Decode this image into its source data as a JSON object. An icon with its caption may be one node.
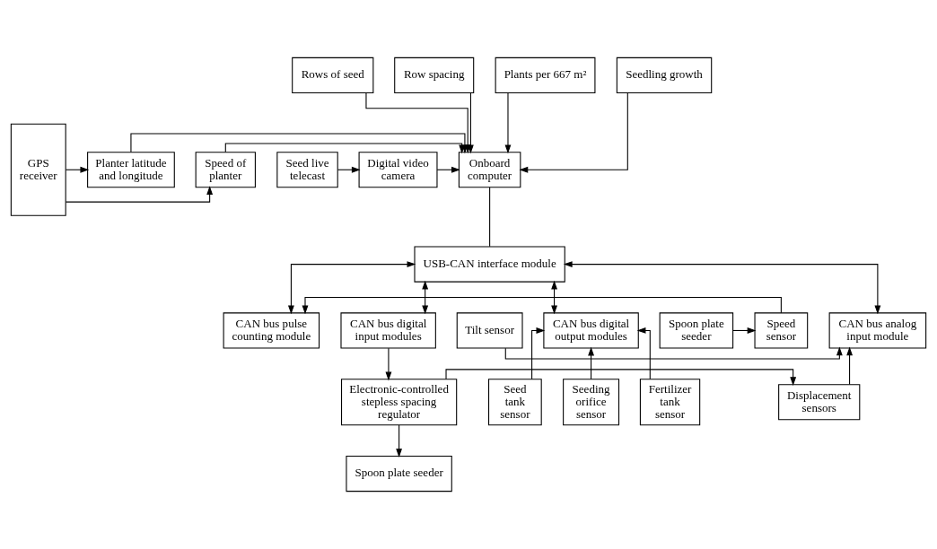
{
  "diagram": {
    "nodes": [
      {
        "text": [
          "Rows of seed"
        ]
      },
      {
        "text": [
          "Row spacing"
        ]
      },
      {
        "text": [
          "Plants per 667 m²"
        ]
      },
      {
        "text": [
          "Seedling growth"
        ]
      },
      {
        "text": [
          "GPS receiver"
        ]
      },
      {
        "text": [
          "Speed of planter"
        ]
      },
      {
        "text": [
          "Planter latitude and longitude"
        ]
      },
      {
        "text": [
          "Onboard computer"
        ]
      },
      {
        "text": [
          "Digital video camera"
        ]
      },
      {
        "text": [
          "Seed live telecast"
        ]
      },
      {
        "text": [
          "USB-CAN interface module"
        ]
      },
      {
        "text": [
          "Tilt sensor"
        ]
      },
      {
        "text": [
          "CAN bus analog input module"
        ]
      },
      {
        "text": [
          "CAN bus digital input modules"
        ]
      },
      {
        "text": [
          "CAN bus digital output modules"
        ]
      },
      {
        "text": [
          "CAN bus pulse counting module"
        ]
      },
      {
        "text": [
          "Speed sensor"
        ]
      },
      {
        "text": [
          "Spoon plate seeder"
        ]
      },
      {
        "text": [
          "Displacement sensors"
        ]
      },
      {
        "text": [
          "Electronic-controlled stepless spacing regulator"
        ]
      },
      {
        "text": [
          "Spoon plate seeder"
        ]
      },
      {
        "text": [
          "Fertilizer tank sensor"
        ]
      },
      {
        "text": [
          "Seed tank sensor"
        ]
      },
      {
        "text": [
          "Seeding orifice sensor"
        ]
      }
    ],
    "edges": [
      {
        "from": 0,
        "to": 7,
        "arrow": "to"
      },
      {
        "from": 1,
        "to": 7,
        "arrow": "to"
      },
      {
        "from": 2,
        "to": 7,
        "arrow": "to"
      },
      {
        "from": 3,
        "to": 7,
        "arrow": "to"
      },
      {
        "from": 4,
        "to": 5,
        "arrow": "to"
      },
      {
        "from": 4,
        "to": 6,
        "arrow": "to"
      },
      {
        "from": 5,
        "to": 7,
        "arrow": "to"
      },
      {
        "from": 6,
        "to": 7,
        "arrow": "to"
      },
      {
        "from": 9,
        "to": 8,
        "arrow": "to"
      },
      {
        "from": 8,
        "to": 7,
        "arrow": "to"
      },
      {
        "from": 7,
        "to": 10,
        "arrow": "none"
      },
      {
        "from": 10,
        "to": 12,
        "arrow": "both"
      },
      {
        "from": 10,
        "to": 13,
        "arrow": "both"
      },
      {
        "from": 10,
        "to": 14,
        "arrow": "both"
      },
      {
        "from": 10,
        "to": 15,
        "arrow": "both"
      },
      {
        "from": 11,
        "to": 12,
        "arrow": "to"
      },
      {
        "from": 18,
        "to": 12,
        "arrow": "to"
      },
      {
        "from": 13,
        "to": 19,
        "arrow": "to"
      },
      {
        "from": 19,
        "to": 18,
        "arrow": "to"
      },
      {
        "from": 19,
        "to": 20,
        "arrow": "to"
      },
      {
        "from": 21,
        "to": 14,
        "arrow": "to"
      },
      {
        "from": 22,
        "to": 14,
        "arrow": "to"
      },
      {
        "from": 23,
        "to": 14,
        "arrow": "to"
      },
      {
        "from": 17,
        "to": 16,
        "arrow": "to"
      },
      {
        "from": 16,
        "to": 15,
        "arrow": "to"
      }
    ]
  }
}
